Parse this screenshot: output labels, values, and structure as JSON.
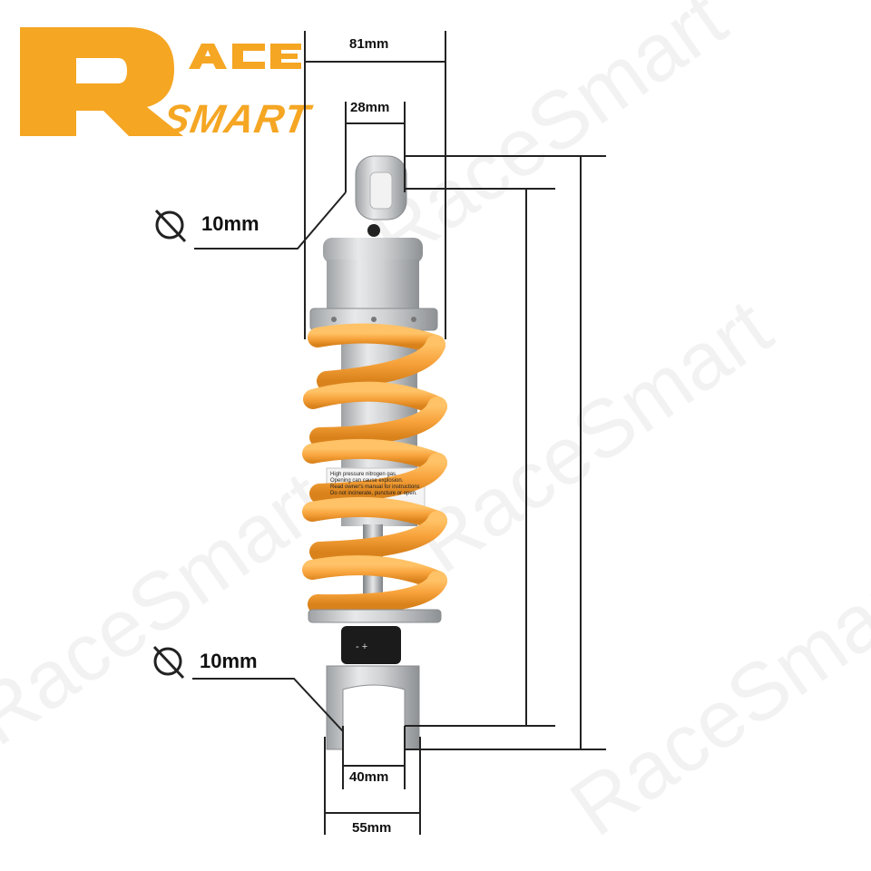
{
  "brand": {
    "logo_text": "RACE SMART",
    "accent_color": "#f5a623"
  },
  "watermark_text": "RaceSmart",
  "dimensions": {
    "top_outer": "81mm",
    "top_inner": "28mm",
    "top_eye_diameter": "10mm",
    "bottom_eye_diameter": "10mm",
    "bottom_inner": "40mm",
    "bottom_outer": "55mm"
  },
  "diameter_symbol": "⌀",
  "product": {
    "spring_color": "#f7a23b",
    "body_color": "#c9cbcd",
    "warning_label_lines": [
      "High pressure nitrogen gas.",
      "Opening can cause explosion.",
      "Read owner's manual for instructions",
      "Do not incinerate, puncture or open."
    ]
  }
}
